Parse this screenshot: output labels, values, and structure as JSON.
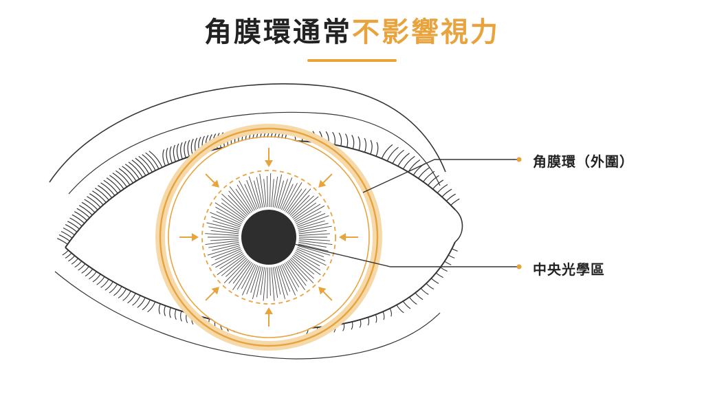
{
  "title": {
    "dark_part": "角膜環通常",
    "accent_part": "不影響視力"
  },
  "callouts": {
    "ring": "角膜環（外圍）",
    "center": "中央光學區"
  },
  "colors": {
    "accent": "#e8a33d",
    "accent_light": "#f6d9a8",
    "ink": "#222222",
    "line": "#333333",
    "pupil": "#2e2e2e"
  }
}
